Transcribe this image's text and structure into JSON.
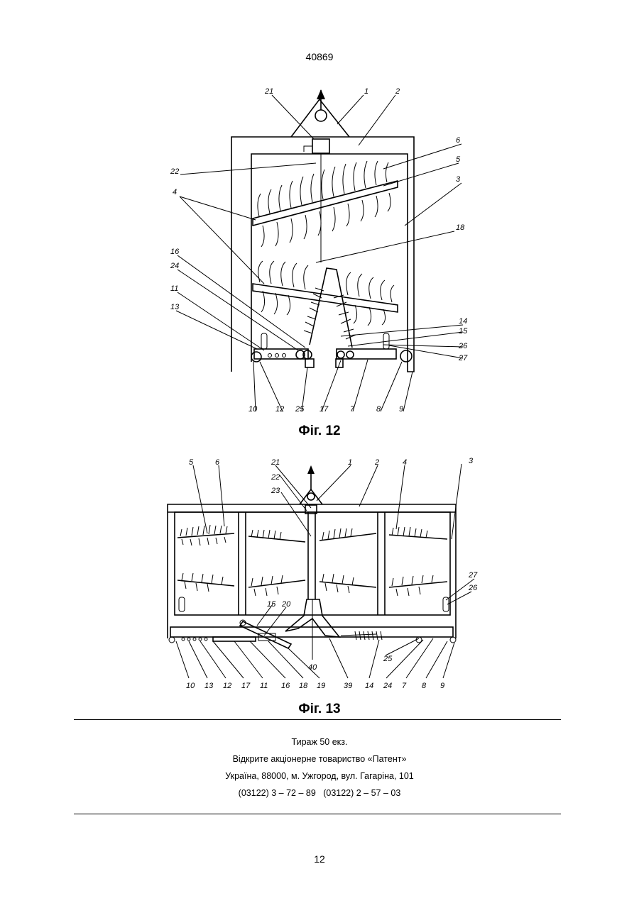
{
  "header": {
    "doc_number": "40869"
  },
  "figures": [
    {
      "caption": "Фіг. 12",
      "labels": [
        "21",
        "1",
        "2",
        "6",
        "5",
        "3",
        "22",
        "4",
        "18",
        "16",
        "24",
        "11",
        "13",
        "14",
        "15",
        "26",
        "27",
        "10",
        "12",
        "25",
        "17",
        "7",
        "8",
        "9"
      ]
    },
    {
      "caption": "Фіг. 13",
      "labels": [
        "5",
        "6",
        "21",
        "22",
        "23",
        "1",
        "2",
        "4",
        "3",
        "27",
        "26",
        "15",
        "20",
        "40",
        "25",
        "10",
        "13",
        "12",
        "17",
        "11",
        "16",
        "18",
        "19",
        "39",
        "14",
        "24",
        "7",
        "8",
        "9"
      ]
    }
  ],
  "colophon": {
    "tirazh": "Тираж 50 екз.",
    "publisher": "Відкрите акціонерне товариство «Патент»",
    "address": "Україна, 88000, м. Ужгород, вул. Гагаріна, 101",
    "phones": "(03122) 3 – 72 – 89   (03122) 2 – 57 – 03"
  },
  "footer": {
    "page_number": "12"
  }
}
